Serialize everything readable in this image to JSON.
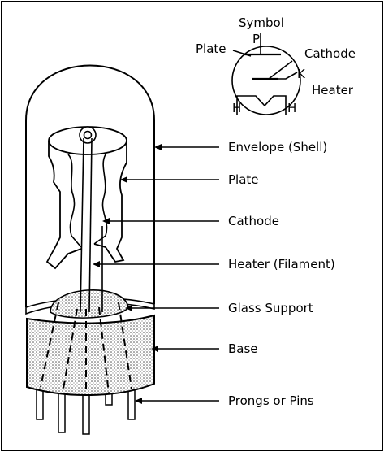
{
  "symbol": {
    "title": "Symbol",
    "plate": "Plate",
    "cathode": "Cathode",
    "heater": "Heater",
    "p": "P",
    "k": "K",
    "h1": "H",
    "h2": "H"
  },
  "labels": {
    "envelope": "Envelope (Shell)",
    "plate": "Plate",
    "cathode": "Cathode",
    "heater": "Heater (Filament)",
    "glass_support": "Glass Support",
    "base": "Base",
    "prongs": "Prongs or Pins"
  }
}
